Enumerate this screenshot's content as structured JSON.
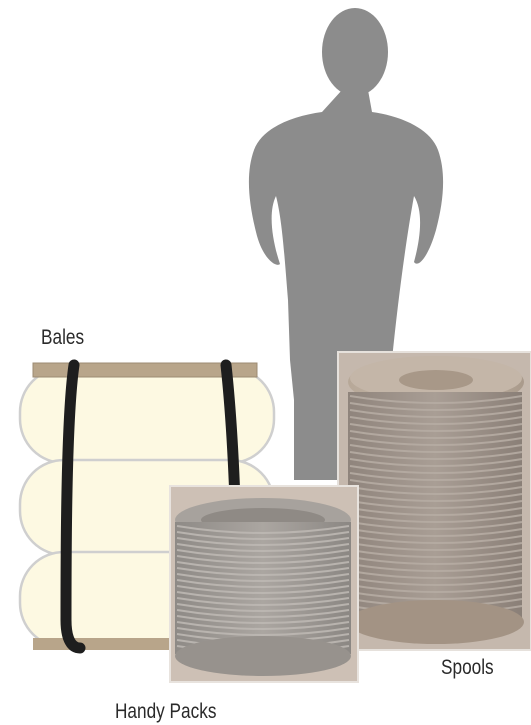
{
  "labels": {
    "bales": "Bales",
    "spools": "Spools",
    "handy_packs": "Handy Packs"
  },
  "colors": {
    "silhouette": "#8c8c8c",
    "bale_fill": "#fdf9e2",
    "bale_outline": "#c9c9c9",
    "strap": "#1e1e1e",
    "board": "#b8a58a",
    "spool_panel": "#c2b4a8",
    "spool_rope": "#9a8d84",
    "handy_panel": "#cdbfb4",
    "handy_rope": "#a39d98"
  }
}
